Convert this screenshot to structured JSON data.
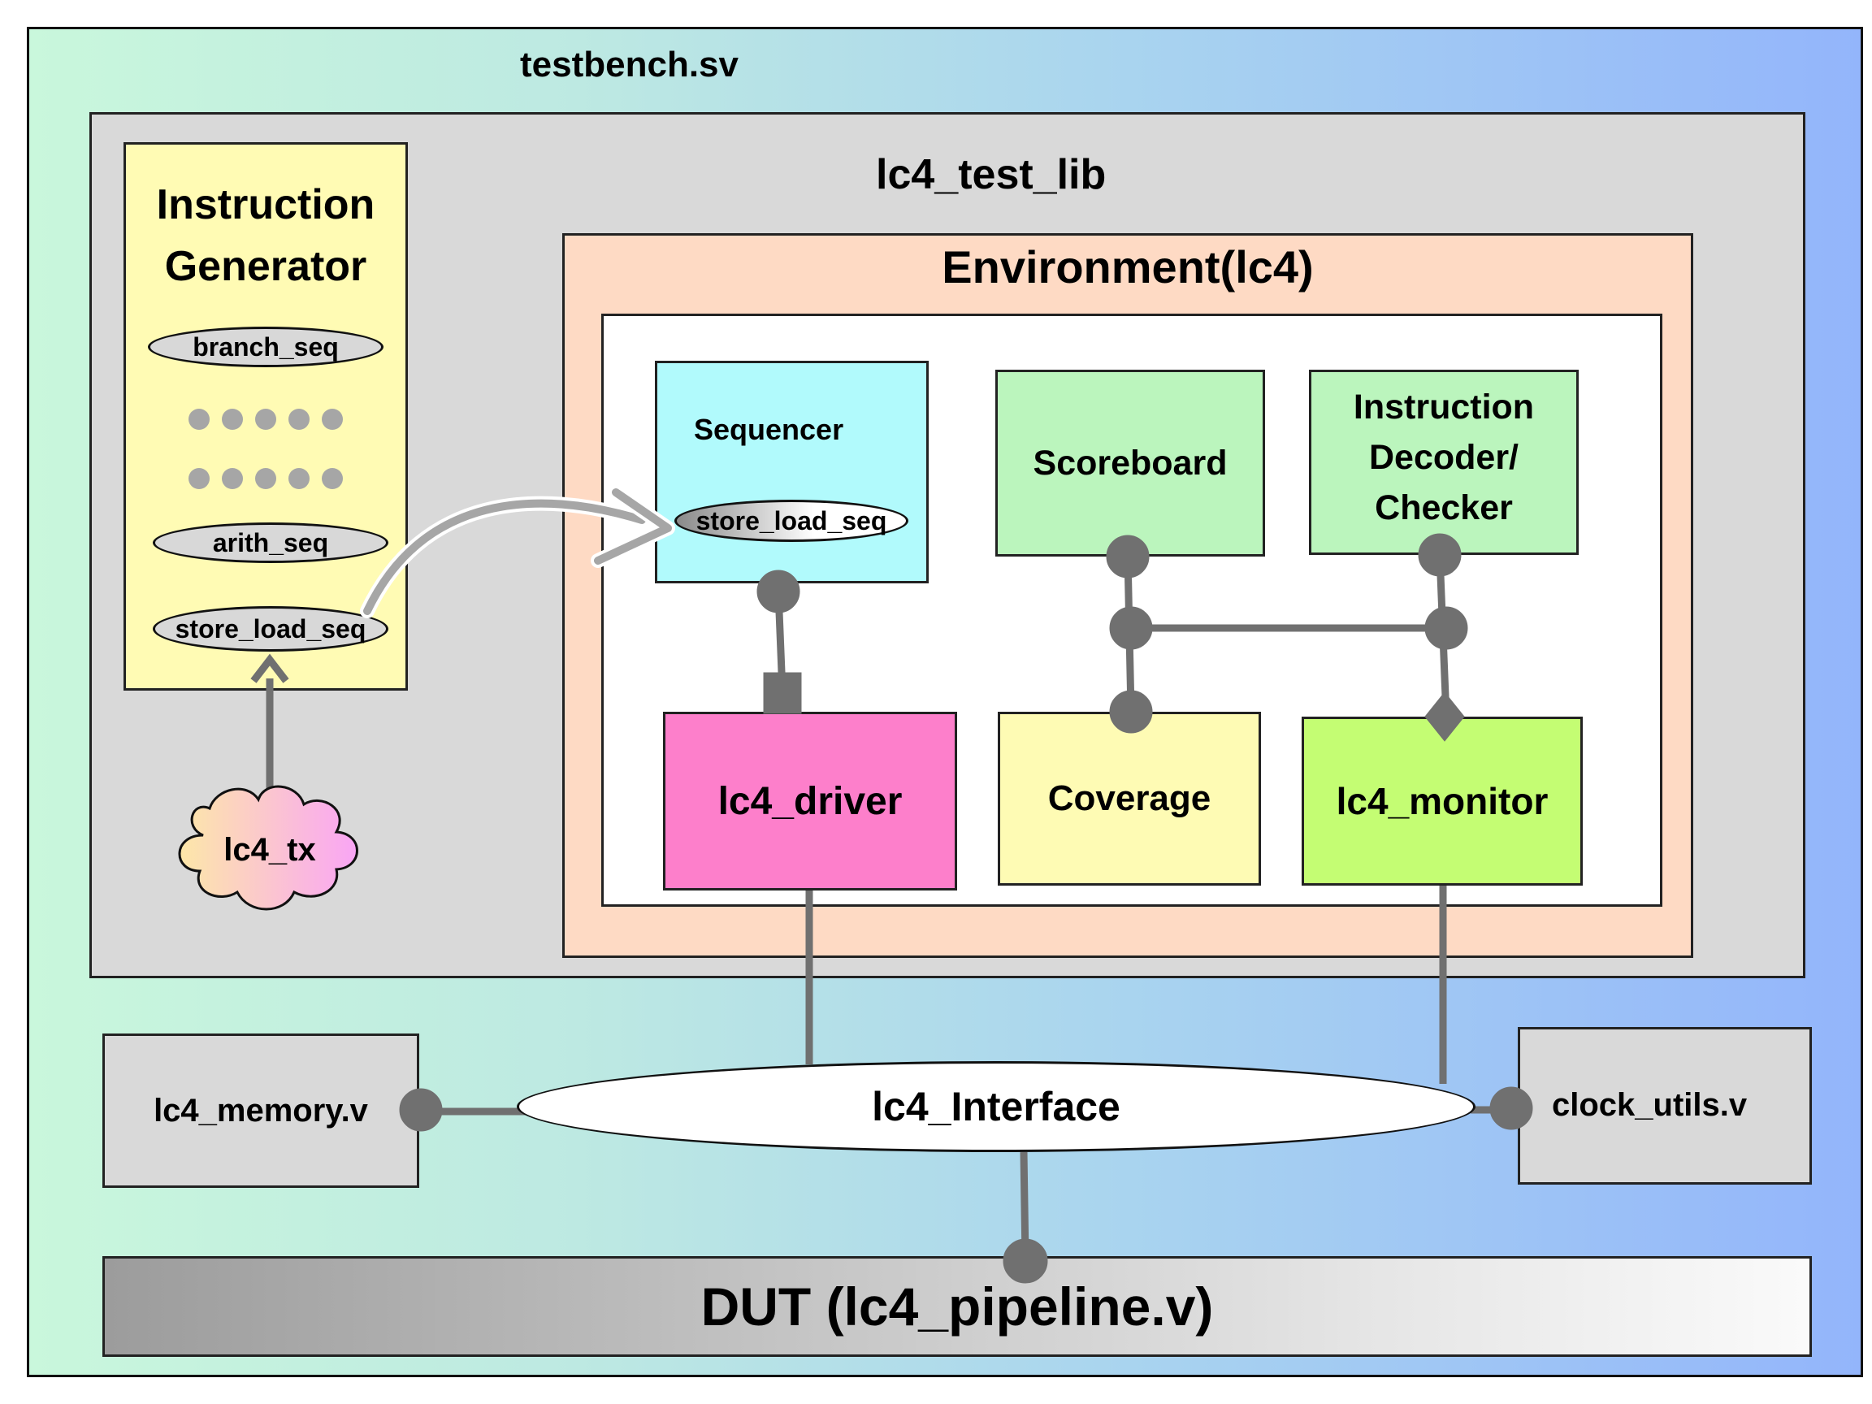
{
  "testbench": {
    "title": "testbench.sv"
  },
  "test_lib": {
    "title": "lc4_test_lib"
  },
  "instruction_generator": {
    "title_line1": "Instruction",
    "title_line2": "Generator",
    "seq_branch": "branch_seq",
    "seq_arith": "arith_seq",
    "seq_store_load": "store_load_seq"
  },
  "transaction": {
    "label": "lc4_tx"
  },
  "environment": {
    "title": "Environment(lc4)"
  },
  "sequencer": {
    "title": "Sequencer",
    "seq": "store_load_seq"
  },
  "scoreboard": {
    "label": "Scoreboard"
  },
  "decoder": {
    "line1": "Instruction",
    "line2": "Decoder/",
    "line3": "Checker"
  },
  "driver": {
    "label": "lc4_driver"
  },
  "coverage": {
    "label": "Coverage"
  },
  "monitor": {
    "label": "lc4_monitor"
  },
  "interface": {
    "label": "lc4_Interface"
  },
  "memory": {
    "label": "lc4_memory.v"
  },
  "clock": {
    "label": "clock_utils.v"
  },
  "dut": {
    "label": "DUT (lc4_pipeline.v)"
  },
  "colors": {
    "testbench_gradient_start": "#c9f7dc",
    "testbench_gradient_end": "#93b5fb",
    "test_lib_bg": "#d9d9d9",
    "generator_bg": "#fffbb4",
    "environment_bg": "#fedac4",
    "sequencer_bg": "#b1fafc",
    "scoreboard_bg": "#bbf5bd",
    "driver_bg": "#fd7fcb",
    "coverage_bg": "#fefbb4",
    "monitor_bg": "#c4fd73",
    "connector_gray": "#707070"
  }
}
